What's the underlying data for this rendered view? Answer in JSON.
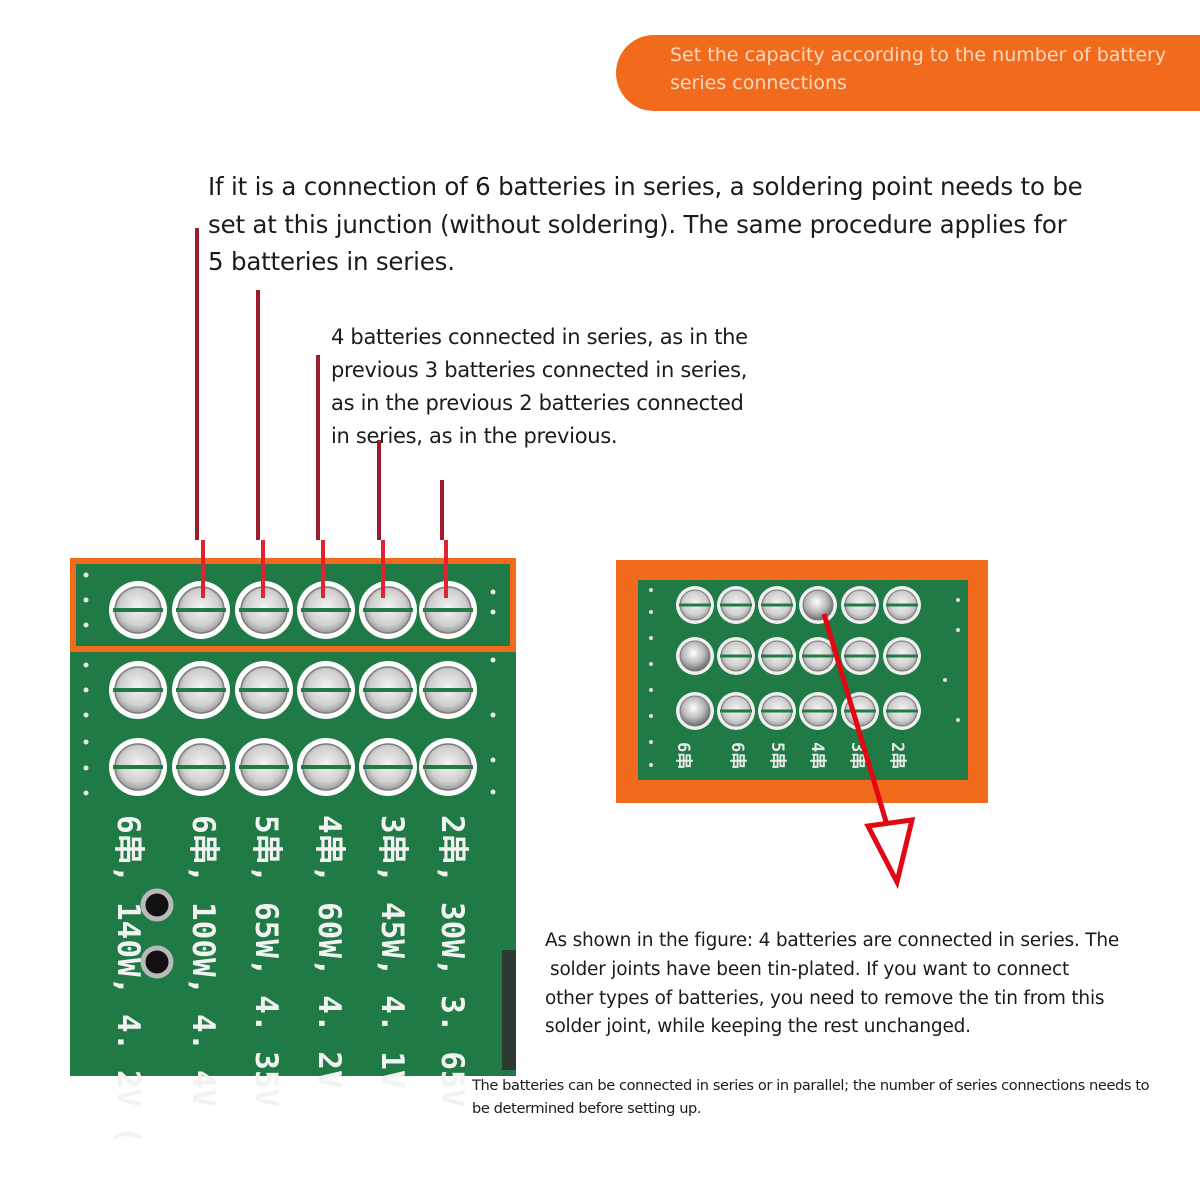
{
  "banner": {
    "text_line1": "Set the capacity according to the number of battery",
    "text_line2": "series connections"
  },
  "main_note": {
    "line1": "If it is a connection of 6 batteries in series, a soldering point needs to be",
    "line2": "set at this junction (without soldering). The same procedure applies for",
    "line3": "5 batteries in series."
  },
  "series_note": {
    "line1": "4 batteries connected in series, as in the",
    "line2": "previous 3 batteries connected in series,",
    "line3": "as in the previous 2 batteries connected",
    "line4": "in series, as in the previous."
  },
  "board_labels": [
    "6串, 140W, 4. 2V (",
    "6串, 100W, 4. 4V",
    "5串, 65W, 4. 35V",
    "4串, 60W, 4. 2V",
    "3串, 45W, 4. 1V",
    "2串, 30W, 3. 65V"
  ],
  "inset_labels": [
    "6串",
    "6串",
    "5串",
    "4串",
    "3串",
    "2串"
  ],
  "figure_note": {
    "line1": "As shown in the figure: 4 batteries are connected in series. The",
    "line2": "solder joints have been tin-plated. If you want to connect",
    "line3": "other types of batteries, you need to remove the tin from this",
    "line4": "solder joint, while keeping the rest unchanged."
  },
  "bottom_note": {
    "line1": "The batteries can be connected in series or in parallel; the number of series connections needs to",
    "line2": "be determined before setting up."
  },
  "colors": {
    "accent_orange": "#f26a1b",
    "pcb_green": "#1f7a45",
    "pointer_red": "#d9001b",
    "arrow_red": "#e30613"
  }
}
